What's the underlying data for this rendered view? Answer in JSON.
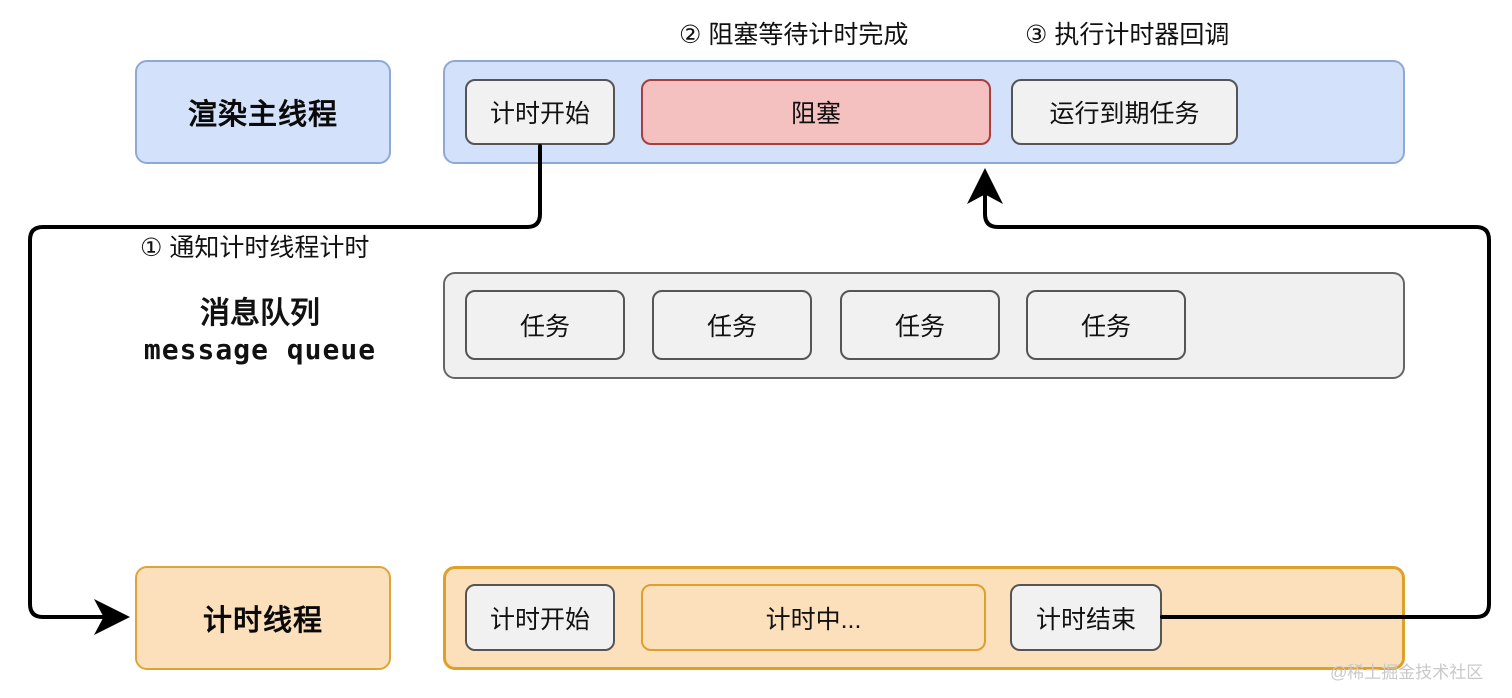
{
  "diagram": {
    "title_notes": [
      {
        "id": "note2",
        "text": "② 阻塞等待计时完成"
      },
      {
        "id": "note3",
        "text": "③ 执行计时器回调"
      },
      {
        "id": "note1",
        "text": "① 通知计时线程计时"
      }
    ],
    "colors": {
      "blue_fill": "#d3e1fa",
      "blue_stroke": "#8fa9d6",
      "orange_fill": "#fce0bc",
      "orange_stroke": "#dfa02a",
      "red_fill": "#f5c0c0",
      "red_stroke": "#a83f3f",
      "grey_fill": "#f1f1f1",
      "grey_stroke": "#555555",
      "wire_stroke": "#000000",
      "watermark": "#c9c9c9"
    },
    "main_thread": {
      "label": "渲染主线程",
      "blocks": [
        {
          "id": "timer-start",
          "label": "计时开始",
          "style": "grey"
        },
        {
          "id": "blocked",
          "label": "阻塞",
          "style": "red"
        },
        {
          "id": "run-expired-task",
          "label": "运行到期任务",
          "style": "grey"
        }
      ]
    },
    "message_queue": {
      "title_cn": "消息队列",
      "title_en": "message queue",
      "tasks": [
        {
          "id": "task-1",
          "label": "任务"
        },
        {
          "id": "task-2",
          "label": "任务"
        },
        {
          "id": "task-3",
          "label": "任务"
        },
        {
          "id": "task-4",
          "label": "任务"
        }
      ]
    },
    "timer_thread": {
      "label": "计时线程",
      "blocks": [
        {
          "id": "timing-start",
          "label": "计时开始",
          "style": "grey"
        },
        {
          "id": "timing-running",
          "label": "计时中...",
          "style": "orangeline"
        },
        {
          "id": "timing-end",
          "label": "计时结束",
          "style": "grey"
        }
      ]
    },
    "watermark": "@稀土掘金技术社区"
  }
}
